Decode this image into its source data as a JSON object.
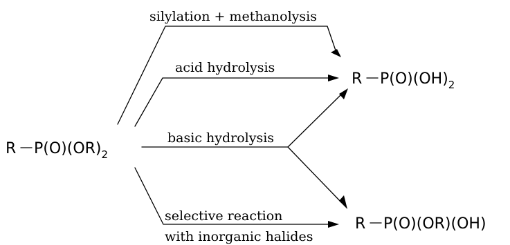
{
  "species": {
    "reactant": {
      "group": "R",
      "formula": "P(O)(OR)",
      "subscript": "2"
    },
    "product_acid": {
      "group": "R",
      "formula": "P(O)(OH)",
      "subscript": "2"
    },
    "product_monoester": {
      "group": "R",
      "formula": "P(O)(OR)(OH)"
    }
  },
  "routes": {
    "silylation": {
      "label": "silylation + methanolysis"
    },
    "acid": {
      "label": "acid hydrolysis"
    },
    "basic": {
      "label": "basic hydrolysis"
    },
    "selective": {
      "label_line1": "selective reaction",
      "label_line2": "with inorganic halides"
    }
  }
}
